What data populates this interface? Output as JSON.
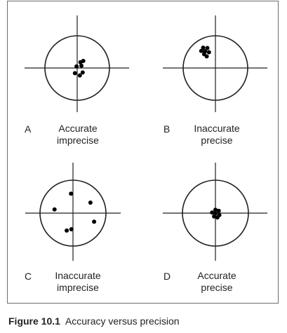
{
  "panels": [
    {
      "id": "A",
      "letter": "A",
      "caption_line1": "Accurate",
      "caption_line2": "imprecise",
      "dots": [
        [
          0.1,
          0.18
        ],
        [
          0.19,
          0.22
        ],
        [
          -0.02,
          0.05
        ],
        [
          0.13,
          0.07
        ],
        [
          -0.07,
          -0.16
        ],
        [
          0.17,
          -0.14
        ],
        [
          0.08,
          -0.23
        ]
      ]
    },
    {
      "id": "B",
      "letter": "B",
      "caption_line1": "Inaccurate",
      "caption_line2": "precise",
      "dots": [
        [
          -0.38,
          0.63
        ],
        [
          -0.25,
          0.62
        ],
        [
          -0.44,
          0.53
        ],
        [
          -0.32,
          0.52
        ],
        [
          -0.2,
          0.49
        ],
        [
          -0.35,
          0.43
        ],
        [
          -0.27,
          0.36
        ]
      ]
    },
    {
      "id": "C",
      "letter": "C",
      "caption_line1": "Inaccurate",
      "caption_line2": "imprecise",
      "dots": [
        [
          -0.06,
          0.59
        ],
        [
          0.53,
          0.32
        ],
        [
          -0.56,
          0.11
        ],
        [
          0.64,
          -0.26
        ],
        [
          -0.19,
          -0.53
        ],
        [
          -0.05,
          -0.49
        ]
      ]
    },
    {
      "id": "D",
      "letter": "D",
      "caption_line1": "Accurate",
      "caption_line2": "precise",
      "dots": [
        [
          0.0,
          0.1
        ],
        [
          0.1,
          0.07
        ],
        [
          -0.1,
          0.02
        ],
        [
          0.12,
          -0.06
        ],
        [
          -0.04,
          -0.1
        ],
        [
          0.06,
          -0.13
        ],
        [
          0.0,
          -0.01
        ]
      ]
    }
  ],
  "caption": {
    "label": "Figure 10.1",
    "text": "Accuracy versus precision"
  }
}
